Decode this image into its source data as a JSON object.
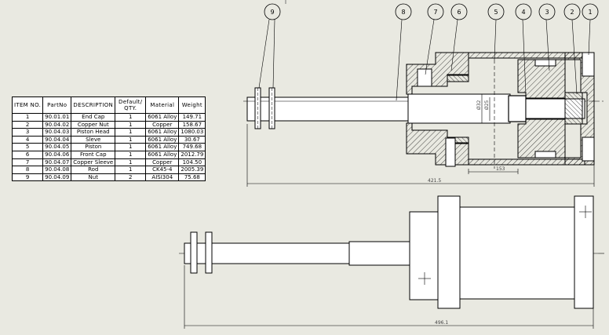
{
  "bom": {
    "headers": [
      "ITEM NO.",
      "PartNo",
      "DESCRIPTION",
      "Default/ QTY.",
      "Material",
      "Weight"
    ],
    "rows": [
      [
        "1",
        "90.01.01",
        "End Cap",
        "1",
        "6061 Alloy",
        "149.71"
      ],
      [
        "2",
        "90.04.02",
        "Copper Nut",
        "1",
        "Copper",
        "158.67"
      ],
      [
        "3",
        "90.04.03",
        "Piston Head",
        "1",
        "6061 Alloy",
        "1080.03"
      ],
      [
        "4",
        "90.04.04",
        "Sleve",
        "1",
        "6061 Alloy",
        "30.67"
      ],
      [
        "5",
        "90.04.05",
        "Piston",
        "1",
        "6061 Alloy",
        "749.68"
      ],
      [
        "6",
        "90.04.06",
        "Front Cap",
        "1",
        "6061 Alloy",
        "2012.79"
      ],
      [
        "7",
        "90.04.07",
        "Copper Sleeve",
        "1",
        "Copper",
        "104.50"
      ],
      [
        "8",
        "90.04.08",
        "Rod",
        "1",
        "CK45-4",
        "2005.39"
      ],
      [
        "9",
        "90.04.09",
        "Nut",
        "2",
        "AISI304",
        "75.68"
      ]
    ]
  },
  "balloons": [
    "9",
    "8",
    "7",
    "6",
    "5",
    "4",
    "3",
    "2",
    "1"
  ],
  "dimensions": {
    "section_overall": "421.5",
    "piston_stroke": "153",
    "diameter_outer": "Ø32",
    "diameter_inner": "Ø25",
    "front_overall": "496.1"
  }
}
